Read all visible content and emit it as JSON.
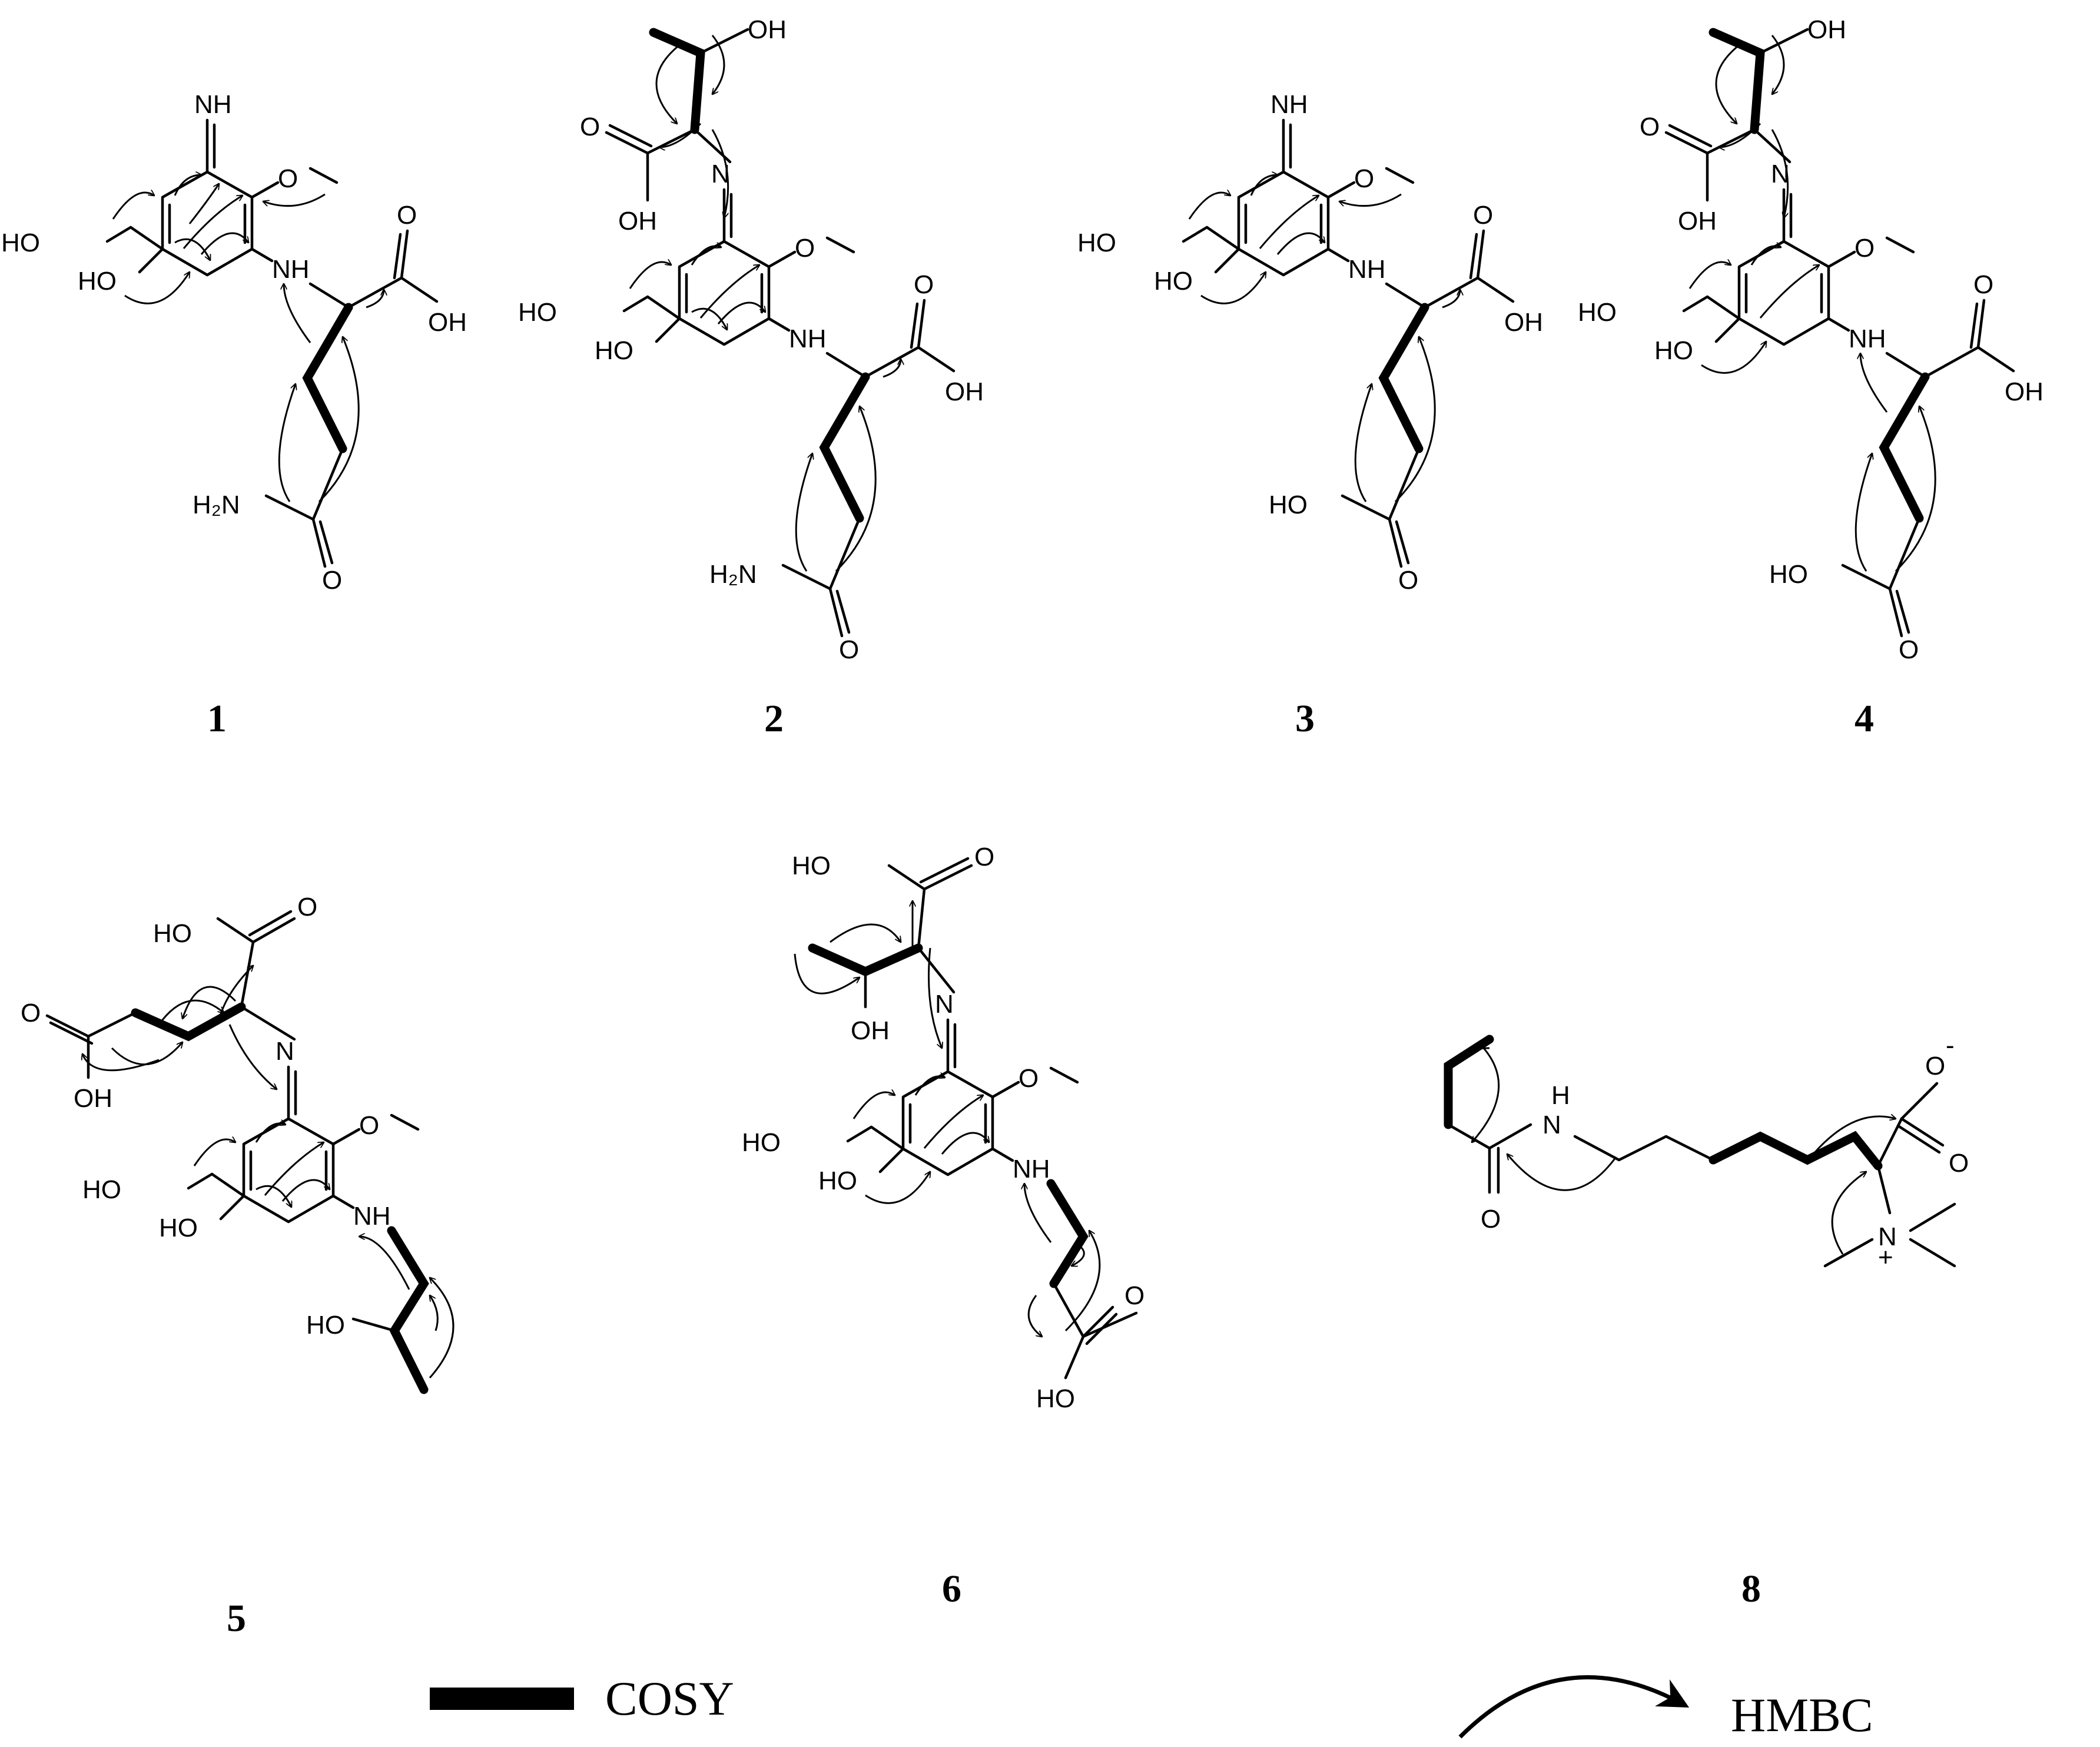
{
  "compounds": [
    {
      "id": "c1",
      "number": "1"
    },
    {
      "id": "c2",
      "number": "2"
    },
    {
      "id": "c3",
      "number": "3"
    },
    {
      "id": "c4",
      "number": "4"
    },
    {
      "id": "c5",
      "number": "5"
    },
    {
      "id": "c6",
      "number": "6"
    },
    {
      "id": "c8",
      "number": "8"
    }
  ],
  "atom_labels": {
    "NH_imine": "NH",
    "NH": "NH",
    "N": "N",
    "O": "O",
    "OH": "OH",
    "HO": "HO",
    "H2N": "H₂N",
    "H": "H",
    "N_plus": "N",
    "plus": "+",
    "minus": "-"
  },
  "legend": {
    "cosy_label": "COSY",
    "hmbc_label": "HMBC"
  }
}
